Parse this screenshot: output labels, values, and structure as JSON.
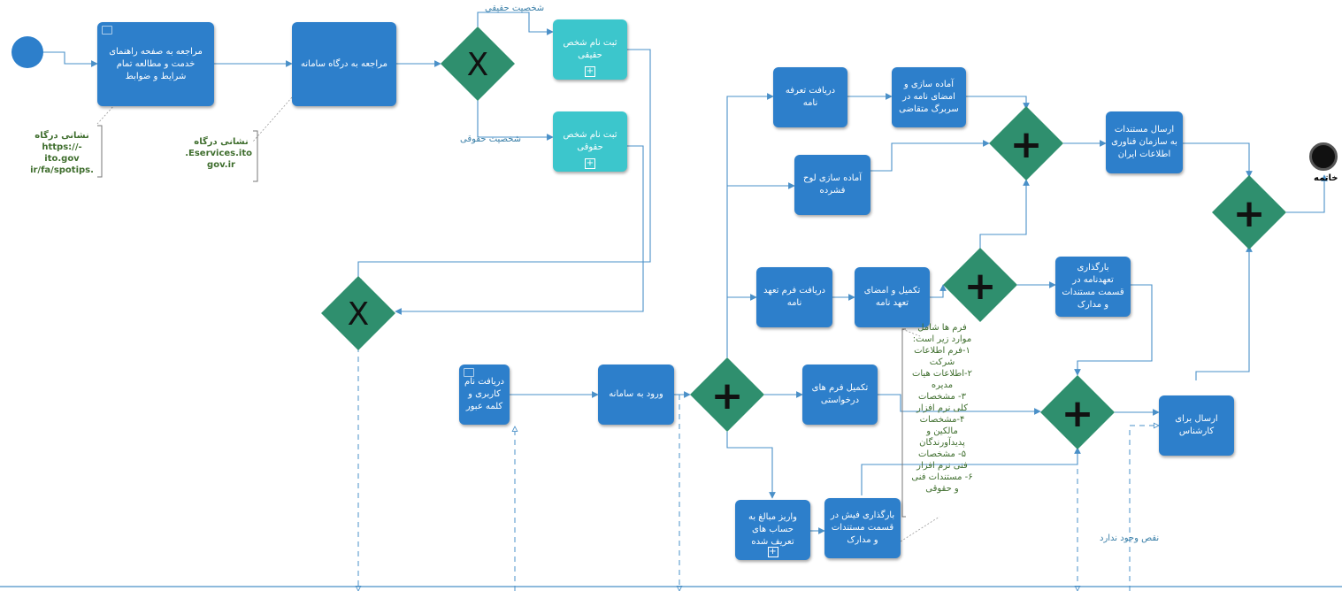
{
  "start_event": "start",
  "tasks": {
    "guide": "مراجعه به صفحه راهنمای خدمت و مطالعه تمام شرایط و ضوابط",
    "portal": "مراجعه به درگاه سامانه",
    "reg_real": "ثبت نام شخص حقیقی",
    "reg_legal": "ثبت نام شخص حقوقی",
    "receive_user": "دریافت نام کاربری و کلمه عبور",
    "login": "ورود به سامانه",
    "rcv_invite": "دریافت تعرفه نامه",
    "prep_sign": "آماده سازی و امضای نامه در سربرگ متقاضی",
    "prep_lock": "آماده سازی لوح فشرده",
    "rcv_form": "دریافت فرم تعهد نامه",
    "fill_sign": "تکمیل و امضای تعهد نامه",
    "upload_commit": "بارگذاری تعهدنامه در قسمت مستندات و مدارک",
    "fill_forms": "تکمیل فرم های درخواستی",
    "pay": "واریز مبالغ به حساب های تعریف شده",
    "upload_receipt": "بارگذاری فیش در قسمت مستندات و مدارک",
    "send_docs": "ارسال مستندات به سازمان فناوری اطلاعات ایران",
    "send_expert": "ارسال برای کارشناس"
  },
  "labels": {
    "real_person": "شخصیت حقیقی",
    "legal_person": "شخصیت حقوقی",
    "no_defect": "نقص وجود ندارد",
    "end": "خاتمه"
  },
  "notes": {
    "portal_left": "نشانی درگاه\nhttps://-ito.gov\n.ir/fa/spotips",
    "portal_mid": "نشانی درگاه\nEservices.ito.\ngov.ir",
    "forms": "فرم ها شامل\nموارد زیر است:\n۱-فرم اطلاعات\nشرکت\n۲-اطلاعات هیات\nمدیره\n۳- مشخصات\nکلی نرم افزار\n۴-مشخصات\nمالکین و\nپدیدآورندگان\n۵- مشخصات\nفنی نرم افزار\n۶- مستندات فنی\nو حقوقی"
  },
  "gateways": {
    "x1": "X",
    "x2": "X",
    "p_login": "+",
    "p_top": "+",
    "p_mid": "+",
    "p_low": "+",
    "p_final": "+"
  },
  "colors": {
    "task": "#2d7fcb",
    "subprocess": "#3cc6cc",
    "gateway": "#2f8f6e",
    "edge": "#4a90c8",
    "note_text": "#3f6e2e"
  }
}
